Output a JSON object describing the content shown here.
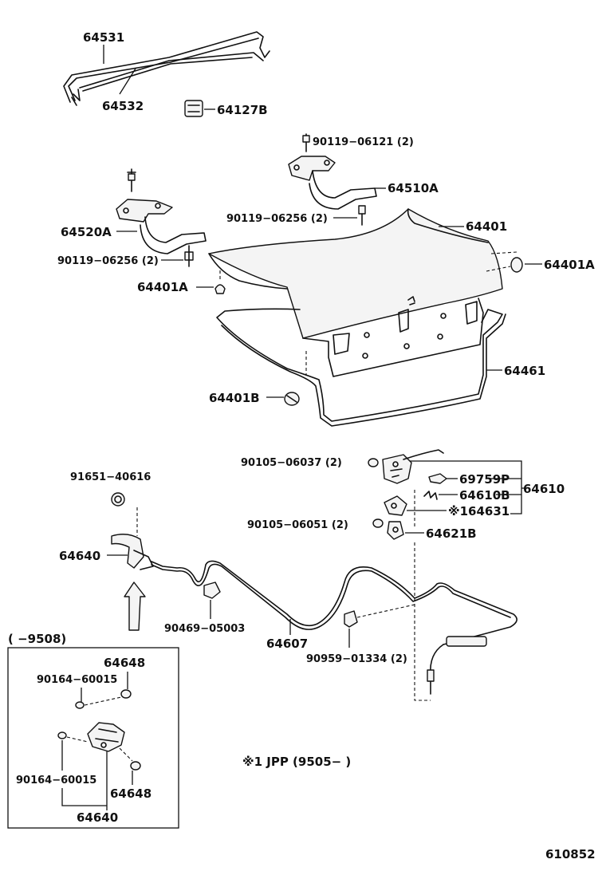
{
  "labels": {
    "p64531": "64531",
    "p64532": "64532",
    "p64127B": "64127B",
    "p90119_06121": "90119−06121 (2)",
    "p64510A": "64510A",
    "p90119_06256_r": "90119−06256 (2)",
    "p64401": "64401",
    "p64520A": "64520A",
    "p90119_06256_l": "90119−06256 (2)",
    "p64401A_r": "64401A",
    "p64401A_l": "64401A",
    "p64461": "64461",
    "p64401B": "64401B",
    "p90105_06037": "90105−06037 (2)",
    "p69759P": "69759P",
    "p64610": "64610",
    "p64610B": "64610B",
    "p64631": "※164631",
    "p90105_06051": "90105−06051 (2)",
    "p64621B": "64621B",
    "p91651_40616": "91651−40616",
    "p64640": "64640",
    "p90469_05003": "90469−05003",
    "p64607": "64607",
    "p90959_01334": "90959−01334 (2)",
    "inset_range": "(        −9508)",
    "inset_64648_top": "64648",
    "inset_90164_top": "90164−60015",
    "inset_90164_bottom": "90164−60015",
    "inset_64648_bottom": "64648",
    "inset_64640": "64640",
    "note_jpp": "※1  JPP (9505−        )",
    "diagram_id": "610852"
  }
}
